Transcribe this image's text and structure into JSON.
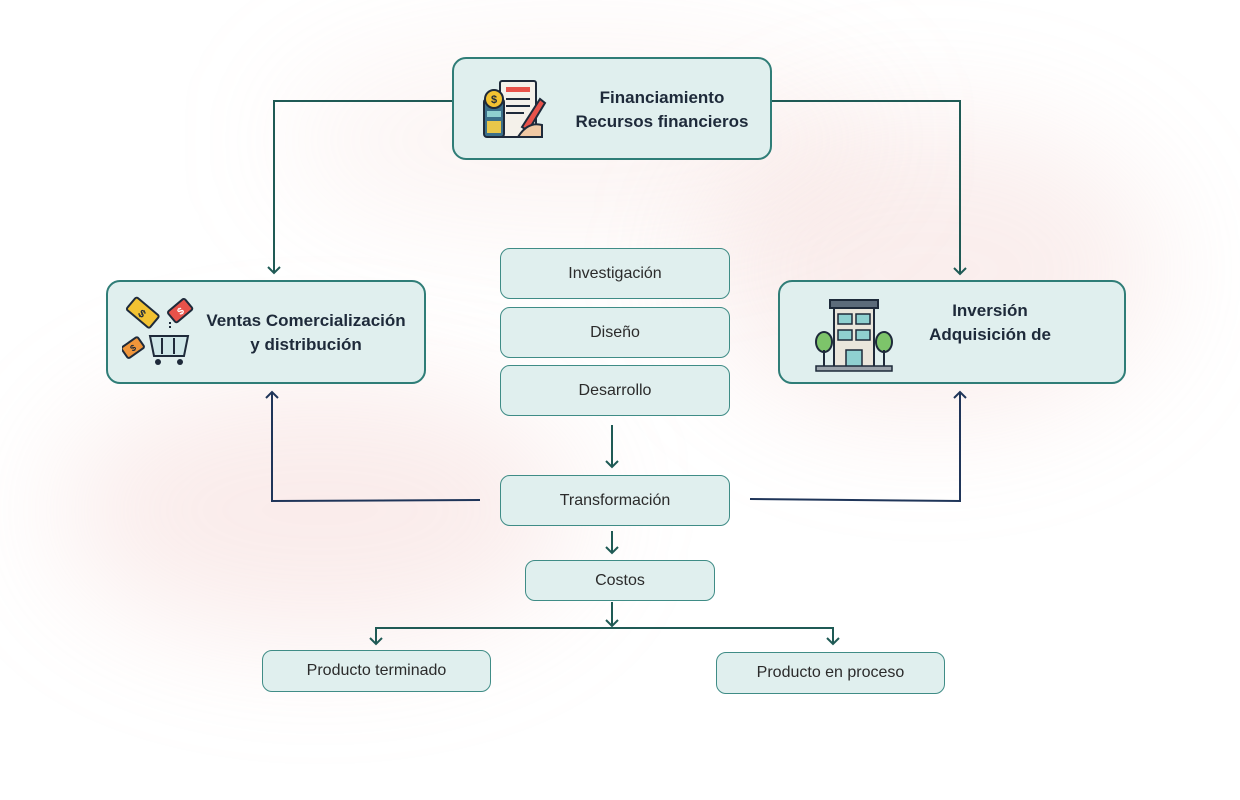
{
  "nodes": {
    "financiamiento": {
      "line1": "Financiamiento",
      "line2": "Recursos financieros",
      "icon": "finance-document-icon"
    },
    "ventas": {
      "line1": "Ventas Comercialización",
      "line2": "y distribución",
      "icon": "shopping-cart-tags-icon"
    },
    "inversion": {
      "line1": "Inversión",
      "line2": "Adquisición de",
      "icon": "building-icon"
    },
    "investigacion": "Investigación",
    "diseno": "Diseño",
    "desarrollo": "Desarrollo",
    "transformacion": "Transformación",
    "costos": "Costos",
    "producto_terminado": "Producto terminado",
    "producto_proceso": "Producto en proceso"
  },
  "colors": {
    "box_fill": "#e0efee",
    "box_border": "#2f7d77",
    "arrow_teal": "#1f5a55",
    "arrow_navy": "#1f3559"
  }
}
